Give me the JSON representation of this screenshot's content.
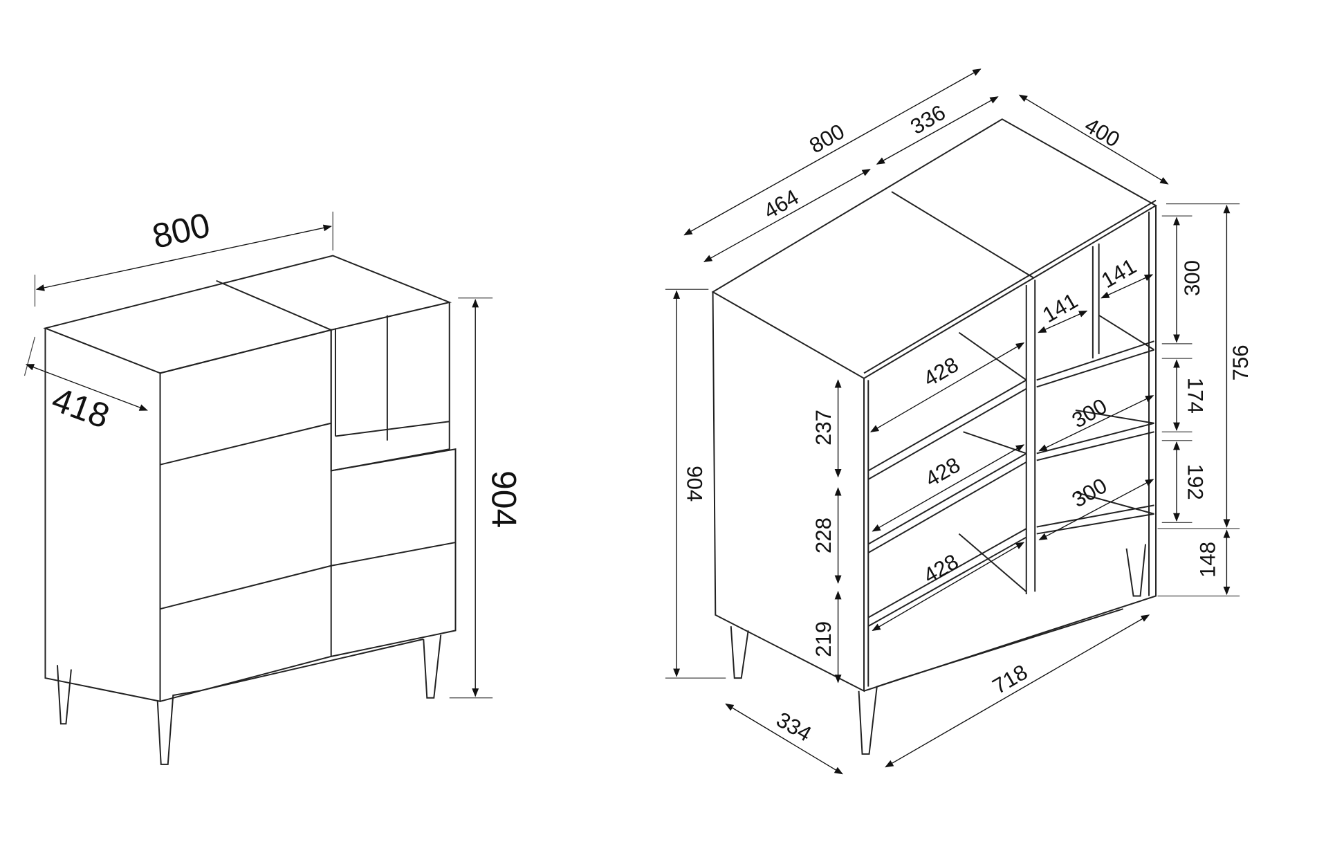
{
  "left_view": {
    "width": "800",
    "depth": "418",
    "height": "904"
  },
  "right_view": {
    "width": "800",
    "top_left_section": "464",
    "top_right_section": "336",
    "depth": "400",
    "height": "904",
    "body_height": "756",
    "leg_height": "148",
    "right_upper_compartment": "300",
    "right_middle_compartment": "174",
    "right_lower_compartment": "192",
    "left_upper_compartment": "237",
    "left_middle_compartment": "228",
    "left_lower_compartment": "219",
    "inner_width_left": [
      "428",
      "428",
      "428"
    ],
    "inner_width_right": [
      "300",
      "300"
    ],
    "small_compartment_widths": [
      "141",
      "141"
    ],
    "inner_width_base": "718",
    "inner_depth": "334"
  }
}
